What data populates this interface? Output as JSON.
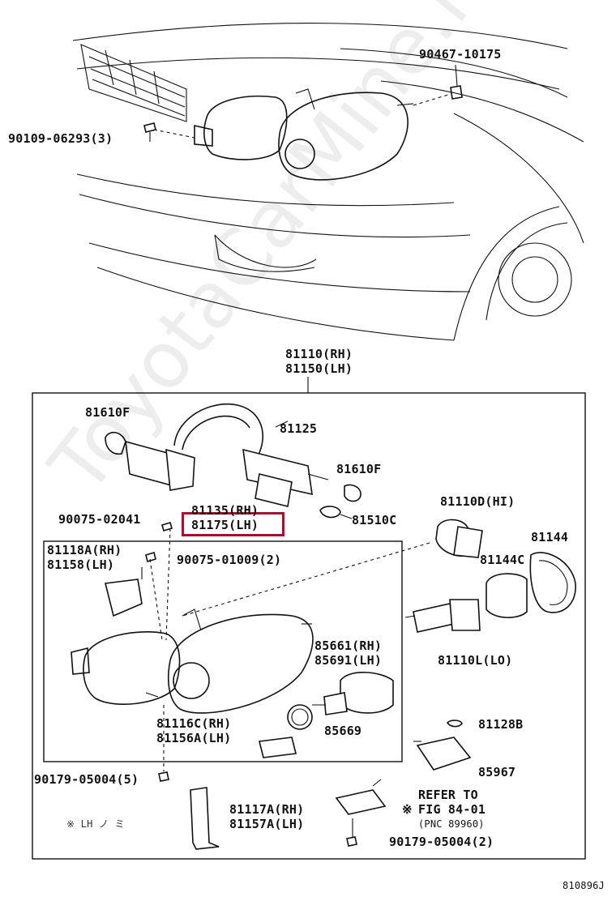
{
  "diagram_id": "810896J",
  "watermark": "ToyotaCarMine.ru",
  "callouts": {
    "bolt_top": "90467-10175",
    "screw_left": "90109-06293(3)",
    "assy_rh": "81110(RH)",
    "assy_lh": "81150(LH)",
    "bulb_f1": "81610F",
    "socket": "81125",
    "bulb_f2": "81610F",
    "side_rh": "81135(RH)",
    "side_lh": "81175(LH)",
    "bulb_c": "81510C",
    "screw_a": "90075-02041",
    "hi_bulb": "81110D(HI)",
    "ring": "81144",
    "cap": "81144C",
    "bracket_rh": "81118A(RH)",
    "bracket_lh": "81158(LH)",
    "screw_b": "90075-01009(2)",
    "lo_bulb": "81110L(LO)",
    "motor_rh": "85661(RH)",
    "motor_lh": "85691(LH)",
    "seal": "85669",
    "bracket2_rh": "81116C(RH)",
    "bracket2_lh": "81156A(LH)",
    "grommet": "81128B",
    "ecu": "85967",
    "nut_a": "90179-05004(5)",
    "bracket3_rh": "81117A(RH)",
    "bracket3_lh": "81157A(LH)",
    "refer_1": "REFER TO",
    "refer_2": "FIG 84-01",
    "refer_3": "(PNC 89960)",
    "nut_b": "90179-05004(2)",
    "note": "※ LH ノ ミ",
    "ref_mark": "※"
  },
  "highlight_color": "#a01432"
}
